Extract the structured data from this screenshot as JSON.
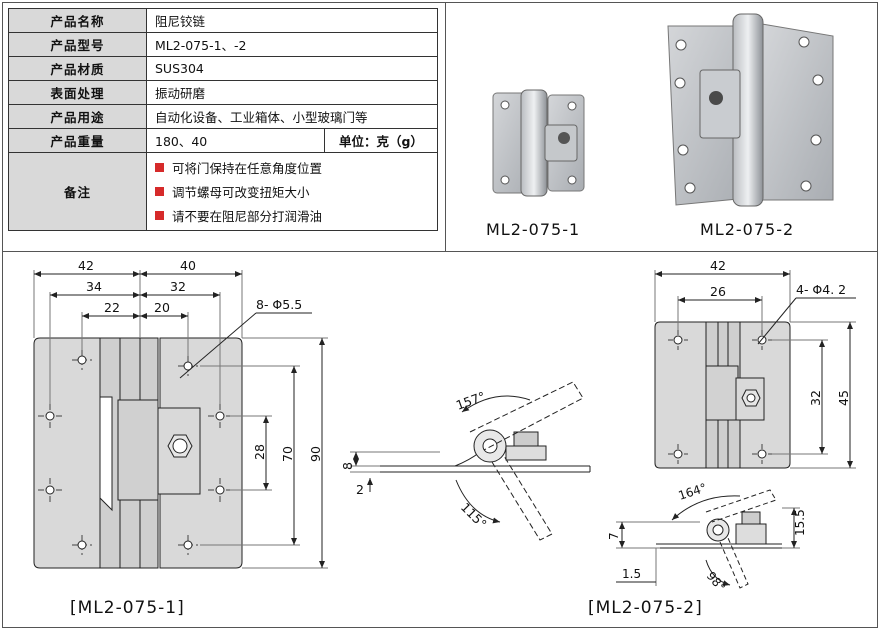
{
  "spec": {
    "rows": [
      {
        "label": "产品名称",
        "value": "阻尼铰链"
      },
      {
        "label": "产品型号",
        "value": "ML2-075-1、-2"
      },
      {
        "label": "产品材质",
        "value": "SUS304"
      },
      {
        "label": "表面处理",
        "value": "振动研磨"
      },
      {
        "label": "产品用途",
        "value": "自动化设备、工业箱体、小型玻璃门等"
      }
    ],
    "weight": {
      "label": "产品重量",
      "value": "180、40",
      "unit": "单位：克（g）"
    },
    "notes": {
      "label": "备注",
      "items": [
        "可将门保持在任意角度位置",
        "调节螺母可改变扭矩大小",
        "请不要在阻尼部分打润滑油"
      ],
      "bullet_color": "#d62a2a"
    }
  },
  "photos": {
    "left_model": "ML2-075-1",
    "right_model": "ML2-075-2"
  },
  "drawings": {
    "left": {
      "caption": "[ML2-075-1]",
      "dims": {
        "w42": "42",
        "w40": "40",
        "w34": "34",
        "w32": "32",
        "w22": "22",
        "w20": "20",
        "holes": "8- Φ5.5",
        "h28": "28",
        "h70": "70",
        "h90": "90"
      }
    },
    "middle_left": {
      "d8": "8",
      "d2": "2",
      "a157": "157°",
      "a115": "115°"
    },
    "right": {
      "caption": "[ML2-075-2]",
      "dims": {
        "w42": "42",
        "w26": "26",
        "holes": "4- Φ4. 2",
        "h32": "32",
        "h45": "45"
      }
    },
    "right_side": {
      "a164": "164°",
      "a98": "98°",
      "d7": "7",
      "d15_5": "15.5",
      "d1_5": "1.5"
    }
  }
}
